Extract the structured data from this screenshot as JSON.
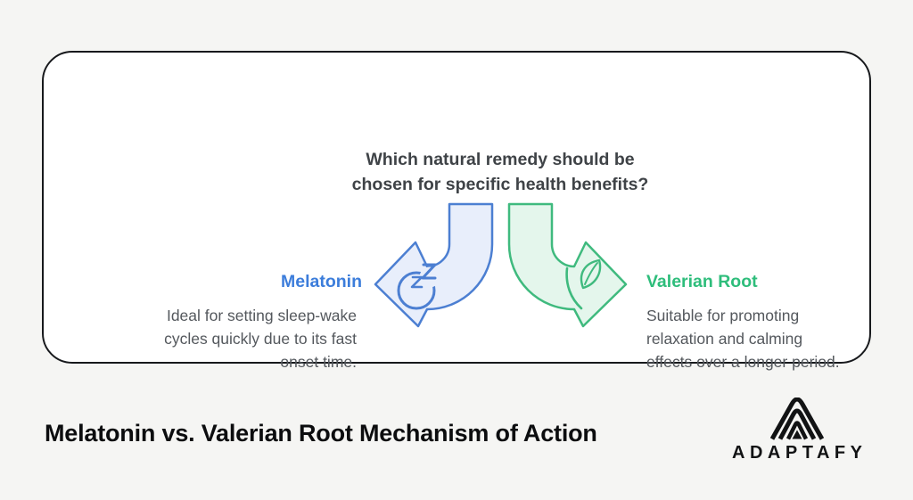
{
  "page": {
    "background_color": "#f5f5f3",
    "card_border_color": "#17191c"
  },
  "card": {
    "question_line1": "Which natural remedy should be",
    "question_line2": "chosen for specific health benefits?",
    "question_color": "#3f4347",
    "description_color": "#54585d",
    "melatonin": {
      "label": "Melatonin",
      "description": "Ideal for setting sleep-wake\ncycles quickly due to its fast\nonset time.",
      "accent_color": "#3c7ddb",
      "arrow_fill": "#e8eefb",
      "arrow_stroke": "#4c7fd2",
      "icon": "moon-zzz-icon",
      "arrow_direction": "left"
    },
    "valerian": {
      "label": "Valerian Root",
      "description": "Suitable for promoting\nrelaxation and calming\neffects over a longer period.",
      "accent_color": "#2ebd7b",
      "arrow_fill": "#e4f6ec",
      "arrow_stroke": "#3fba7e",
      "icon": "leaf-sprout-icon",
      "arrow_direction": "right"
    }
  },
  "footer": {
    "heading": "Melatonin vs. Valerian Root Mechanism of Action",
    "heading_color": "#0c0d0f",
    "brand_name": "ADAPTAFY",
    "brand_icon": "mountain-a-icon",
    "brand_color": "#121314"
  }
}
